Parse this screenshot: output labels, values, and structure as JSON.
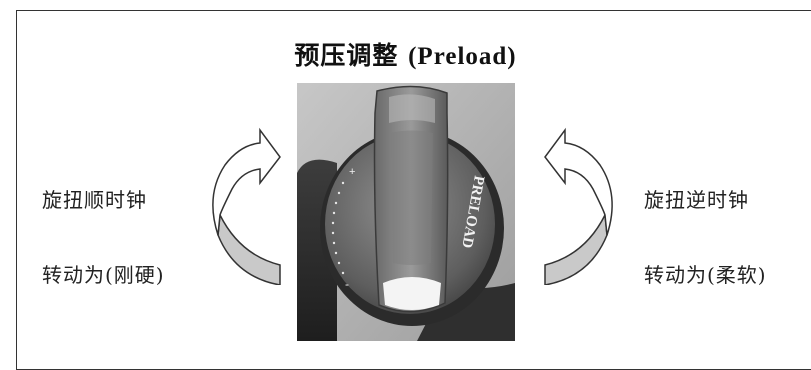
{
  "title": {
    "zh": "预压调整",
    "en": "(Preload)"
  },
  "left_caption": {
    "line1": "旋扭顺时钟",
    "line2": "转动为(刚硬)"
  },
  "right_caption": {
    "line1": "旋扭逆时钟",
    "line2": "转动为(柔软)"
  },
  "knob": {
    "brand_text": "PRELOAD",
    "plus": "+",
    "minus": "-"
  }
}
